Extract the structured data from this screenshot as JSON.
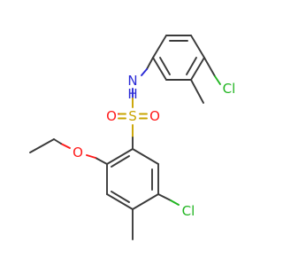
{
  "colors": {
    "background": "#ffffff",
    "carbon_bond": "#3a3a3a",
    "nitrogen": "#2a2ad6",
    "sulfur": "#c9a400",
    "oxygen": "#ff1a1a",
    "chlorine": "#21b521"
  },
  "atoms": {
    "nitrogen": {
      "text": "N"
    },
    "hydrogen": {
      "text": "H"
    },
    "sulfur": {
      "text": "S"
    },
    "oxygen_left": {
      "text": "O"
    },
    "oxygen_right": {
      "text": "O"
    },
    "oxygen_ether": {
      "text": "O"
    },
    "chlorine_top": {
      "text": "Cl"
    },
    "chlorine_bottom": {
      "text": "Cl"
    }
  }
}
